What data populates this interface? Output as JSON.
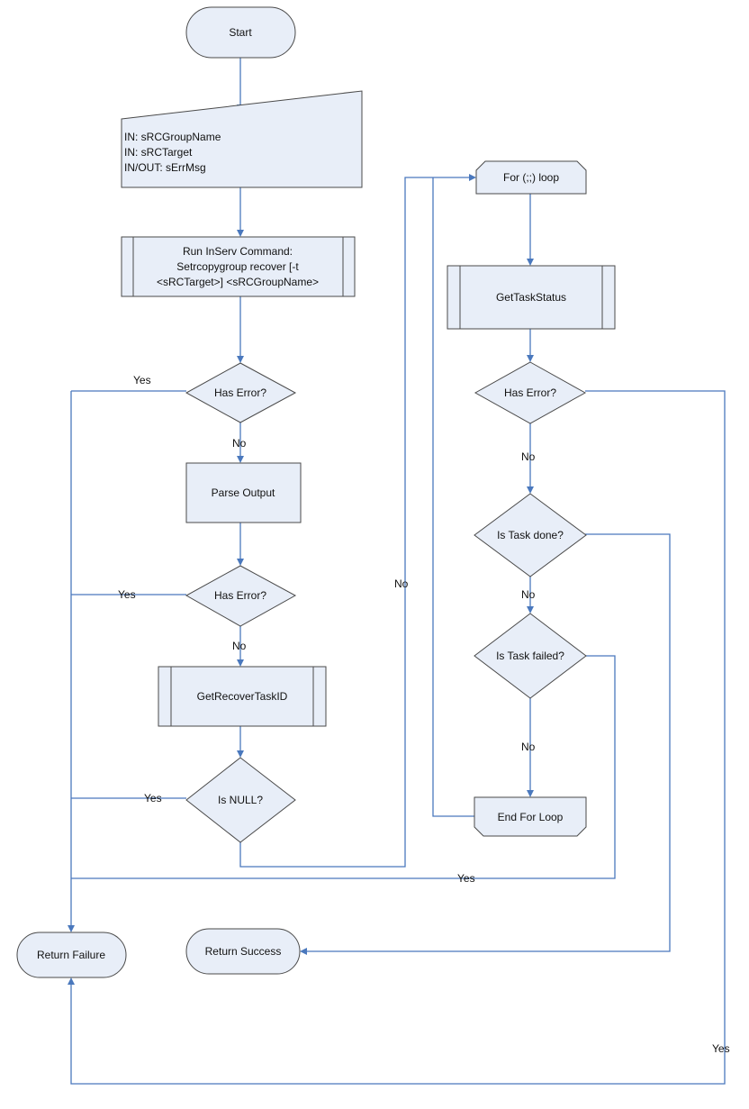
{
  "colors": {
    "shape_fill": "#e8eef8",
    "shape_stroke": "#4a4a4a",
    "connector": "#4a78bd"
  },
  "nodes": {
    "start": {
      "label": "Start"
    },
    "input": {
      "lines": [
        "IN: sRCGroupName",
        "IN: sRCTarget",
        "IN/OUT: sErrMsg"
      ]
    },
    "run_cmd": {
      "lines": [
        "Run InServ Command:",
        "Setrcopygroup recover  [-t",
        "<sRCTarget>] <sRCGroupName>"
      ]
    },
    "has_error_1": {
      "label": "Has Error?"
    },
    "parse_output": {
      "label": "Parse Output"
    },
    "has_error_2": {
      "label": "Has Error?"
    },
    "get_recover_task_id": {
      "label": "GetRecoverTaskID"
    },
    "is_null": {
      "label": "Is NULL?"
    },
    "for_loop": {
      "label": "For (;;) loop"
    },
    "get_task_status": {
      "label": "GetTaskStatus"
    },
    "has_error_3": {
      "label": "Has Error?"
    },
    "is_task_done": {
      "label": "Is Task done?"
    },
    "is_task_failed": {
      "label": "Is Task failed?"
    },
    "end_for_loop": {
      "label": "End For Loop"
    },
    "return_failure": {
      "label": "Return Failure"
    },
    "return_success": {
      "label": "Return Success"
    }
  },
  "edge_labels": {
    "err1_yes": "Yes",
    "err1_no": "No",
    "err2_yes": "Yes",
    "err2_no": "No",
    "null_yes": "Yes",
    "null_no": "No",
    "err3_no": "No",
    "done_no": "No",
    "failed_no": "No",
    "failed_yes": "Yes",
    "err3_yes": "Yes"
  }
}
